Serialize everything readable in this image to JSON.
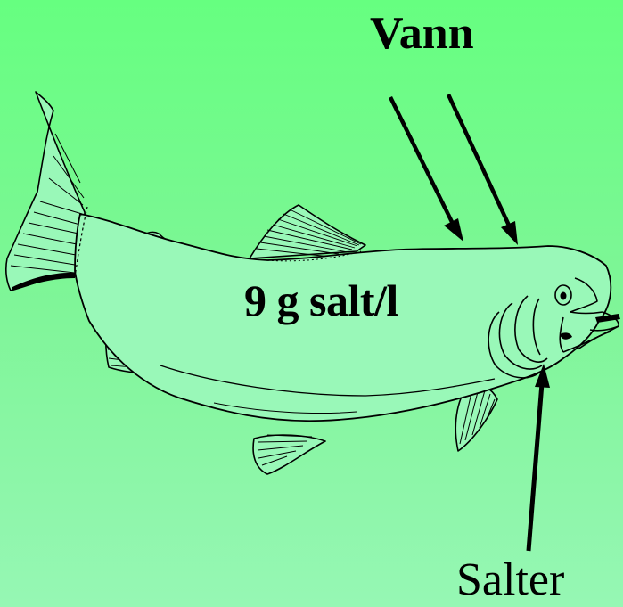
{
  "labels": {
    "water": "Vann",
    "concentration": "9 g salt/l",
    "salts": "Salter"
  },
  "colors": {
    "background_top": "#66ff80",
    "background_bottom": "#96f7b4",
    "fish_fill": "#99f8b8",
    "outline": "#000000"
  }
}
